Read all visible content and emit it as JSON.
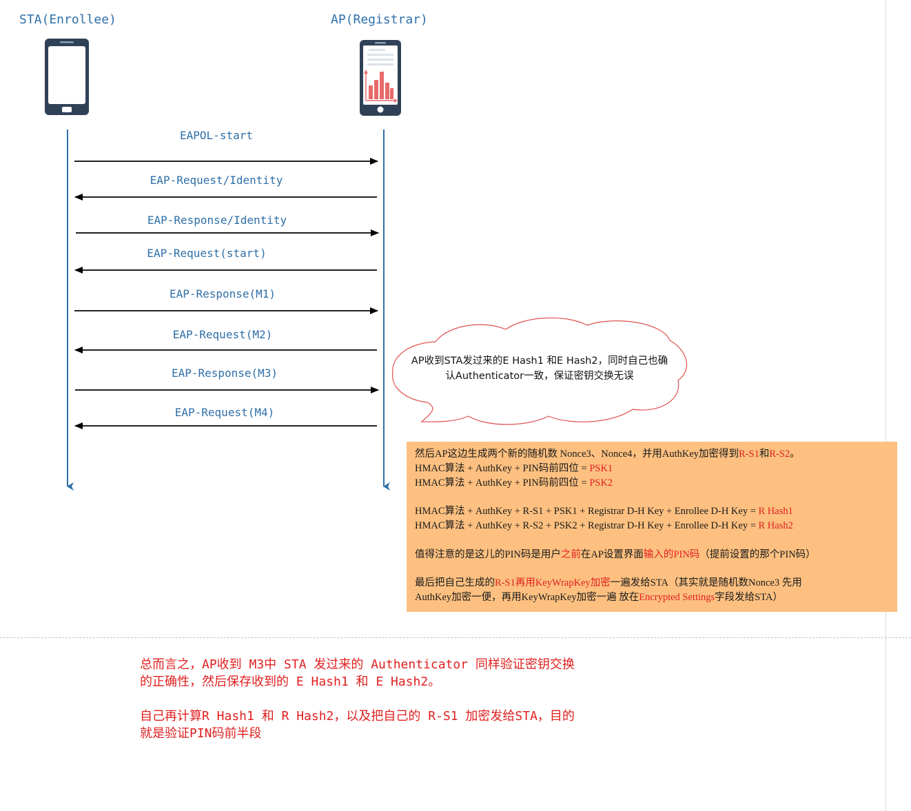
{
  "lanes": {
    "sta_title": "STA(Enrollee)",
    "ap_title": "AP(Registrar)",
    "sta_icon": "smartphone-icon",
    "ap_icon": "smartphone-chart-icon"
  },
  "messages": [
    {
      "label": "EAPOL-start",
      "direction": "sta-to-ap"
    },
    {
      "label": "EAP-Request/Identity",
      "direction": "ap-to-sta"
    },
    {
      "label": "EAP-Response/Identity",
      "direction": "sta-to-ap"
    },
    {
      "label": "EAP-Request(start)",
      "direction": "ap-to-sta"
    },
    {
      "label": "EAP-Response(M1)",
      "direction": "sta-to-ap"
    },
    {
      "label": "EAP-Request(M2)",
      "direction": "ap-to-sta"
    },
    {
      "label": "EAP-Response(M3)",
      "direction": "sta-to-ap"
    },
    {
      "label": "EAP-Request(M4)",
      "direction": "ap-to-sta"
    }
  ],
  "cloud_note": {
    "line1": "AP收到STA发过来的E Hash1 和E Hash2，同时自己也确",
    "line2": "认Authenticator一致，保证密钥交换无误"
  },
  "box_note": {
    "l1_a": "然后AP这边生成两个新的随机数 Nonce3、Nonce4，并用AuthKey加密得到",
    "l1_b": "R-S1",
    "l1_c": "和",
    "l1_d": "R-S2",
    "l1_e": "。",
    "l2_a": "HMAC算法 + AuthKey + PIN码前四位 = ",
    "l2_b": "PSK1",
    "l3_a": "HMAC算法 + AuthKey + PIN码前四位 = ",
    "l3_b": "PSK2",
    "l4_a": "HMAC算法 + AuthKey + R-S1 + PSK1 + Registrar D-H Key + Enrollee D-H Key = ",
    "l4_b": "R Hash1",
    "l5_a": "HMAC算法 + AuthKey + R-S2 + PSK2 + Registrar D-H Key + Enrollee D-H Key = ",
    "l5_b": "R Hash2",
    "l6_a": "值得注意的是这儿的PIN码是用户",
    "l6_b": "之前",
    "l6_c": "在AP设置界面",
    "l6_d": "输入的PIN码",
    "l6_e": "（提前设置的那个PIN码）",
    "l7_a": "最后把自己生成的",
    "l7_b": "R-S1再用KeyWrapKey加密",
    "l7_c": "一遍发给STA（其实就是随机数Nonce3 先用",
    "l8_a": "AuthKey加密一便，再用KeyWrapKey加密一遍 放在",
    "l8_b": "Encrypted Settings",
    "l8_c": "字段发给STA）"
  },
  "summary": {
    "p1_line1": "总而言之，AP收到 M3中 STA 发过来的 Authenticator 同样验证密钥交换",
    "p1_line2": "的正确性，然后保存收到的 E Hash1 和 E Hash2。",
    "p2_line1": "自己再计算R Hash1 和 R Hash2，以及把自己的 R-S1 加密发给STA，目的",
    "p2_line2": "就是验证PIN码前半段"
  },
  "colors": {
    "lifeline": "#2e6fa8",
    "label_blue": "#2e6fa8",
    "phone_body": "#2f4156",
    "chart_bar": "#e86a6a",
    "cloud_stroke": "#e05050",
    "note_fill": "#fdc080",
    "note_red": "#e02020"
  }
}
